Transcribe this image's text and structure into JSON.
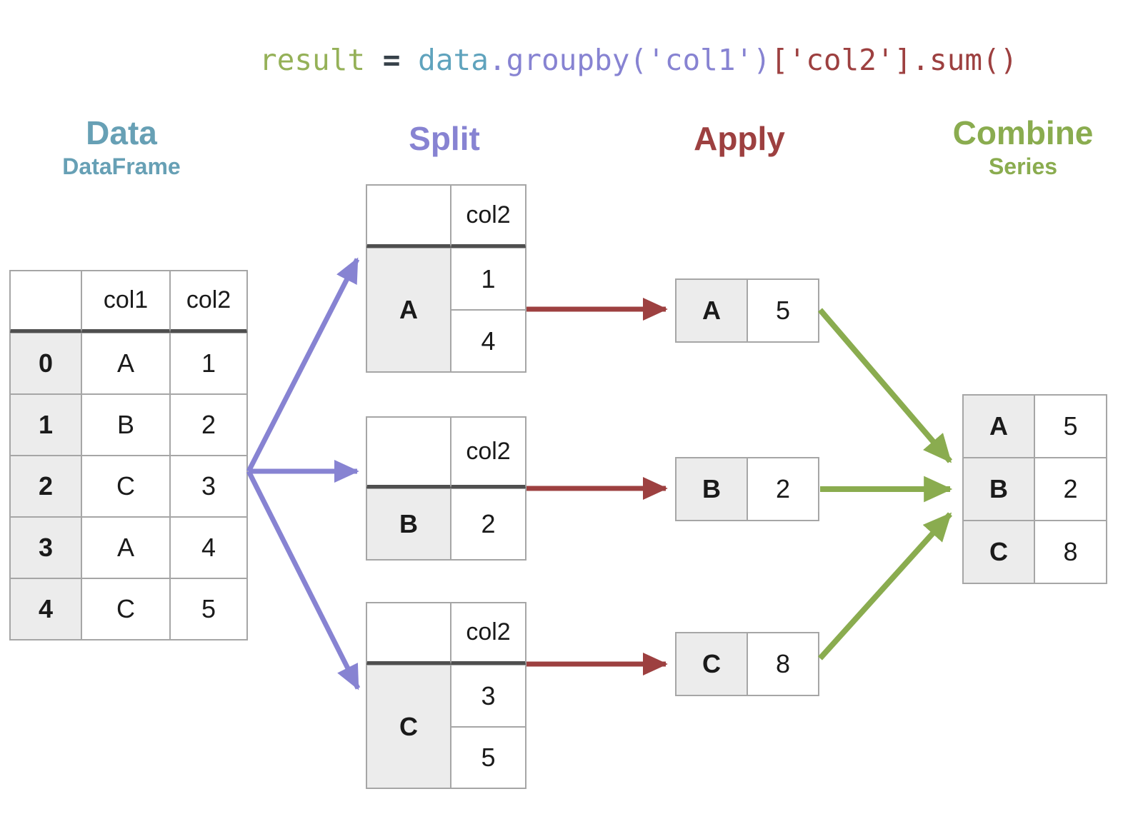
{
  "code": {
    "full": "result = data.groupby('col1')['col2'].sum()",
    "segments": [
      {
        "text": "result",
        "color": "#95b158"
      },
      {
        "text": " = ",
        "color": "#37424a"
      },
      {
        "text": "data",
        "color": "#5fa3bd"
      },
      {
        "text": ".groupby('col1')",
        "color": "#8783d2"
      },
      {
        "text": "['col2'].sum()",
        "color": "#9d4040"
      }
    ]
  },
  "stages": {
    "data": {
      "title": "Data",
      "subtitle": "DataFrame",
      "color": "#67a0b5"
    },
    "split": {
      "title": "Split",
      "color": "#8783d2"
    },
    "apply": {
      "title": "Apply",
      "color": "#9d4040"
    },
    "combine": {
      "title": "Combine",
      "subtitle": "Series",
      "color": "#8aac4f"
    }
  },
  "source_table": {
    "columns": [
      "col1",
      "col2"
    ],
    "rows": [
      {
        "index": "0",
        "col1": "A",
        "col2": "1"
      },
      {
        "index": "1",
        "col1": "B",
        "col2": "2"
      },
      {
        "index": "2",
        "col1": "C",
        "col2": "3"
      },
      {
        "index": "3",
        "col1": "A",
        "col2": "4"
      },
      {
        "index": "4",
        "col1": "C",
        "col2": "5"
      }
    ]
  },
  "split_tables": [
    {
      "group": "A",
      "column": "col2",
      "values": [
        "1",
        "4"
      ]
    },
    {
      "group": "B",
      "column": "col2",
      "values": [
        "2"
      ]
    },
    {
      "group": "C",
      "column": "col2",
      "values": [
        "3",
        "5"
      ]
    }
  ],
  "apply_tables": [
    {
      "group": "A",
      "value": "5"
    },
    {
      "group": "B",
      "value": "2"
    },
    {
      "group": "C",
      "value": "8"
    }
  ],
  "combine_table": {
    "rows": [
      {
        "group": "A",
        "value": "5"
      },
      {
        "group": "B",
        "value": "2"
      },
      {
        "group": "C",
        "value": "8"
      }
    ]
  },
  "colors": {
    "teal": "#67a0b5",
    "purple": "#8783d2",
    "dark_red": "#9d4040",
    "green": "#8aac4f",
    "table_border": "#a6a6a6",
    "header_rule": "#4f4f4f",
    "index_cell_bg": "#ececec",
    "text": "#1a1a1a"
  }
}
